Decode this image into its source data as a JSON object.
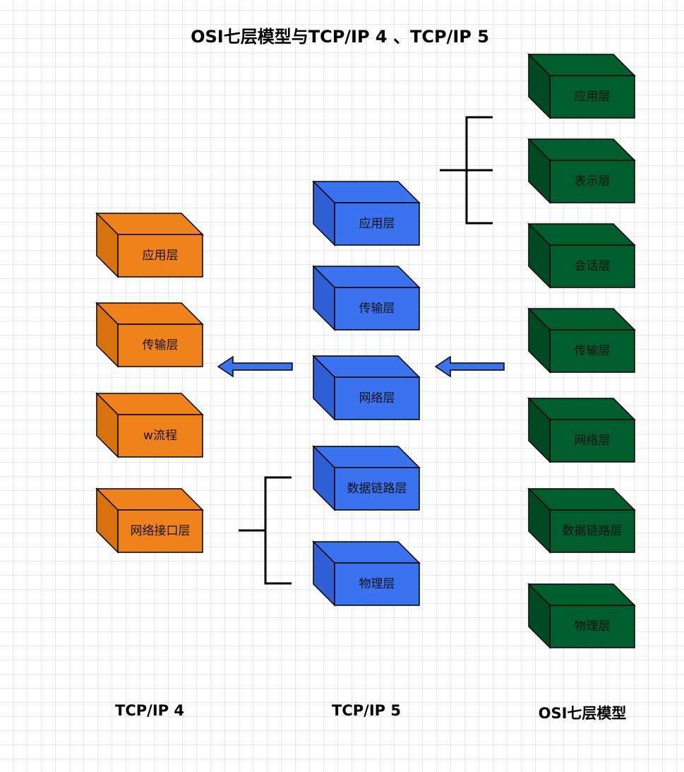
{
  "title": "OSI七层模型与TCP/IP 4 、TCP/IP 5",
  "columns": {
    "tcpip4": {
      "label": "TCP/IP 4",
      "layers": [
        "应用层",
        "传输层",
        "w流程",
        "网络接口层"
      ]
    },
    "tcpip5": {
      "label": "TCP/IP 5",
      "layers": [
        "应用层",
        "传输层",
        "网络层",
        "数据链路层",
        "物理层"
      ]
    },
    "osi": {
      "label": "OSI七层模型",
      "layers": [
        "应用层",
        "表示层",
        "会话层",
        "传输层",
        "网络层",
        "数据链路层",
        "物理层"
      ]
    }
  },
  "colors": {
    "tcpip4_front": "#F0821C",
    "tcpip4_side": "#D8720F",
    "tcpip5_front": "#3B72F0",
    "tcpip5_side": "#2F60D6",
    "osi_front": "#005E2E",
    "osi_side": "#004A23",
    "arrow": "#3B72F0"
  }
}
